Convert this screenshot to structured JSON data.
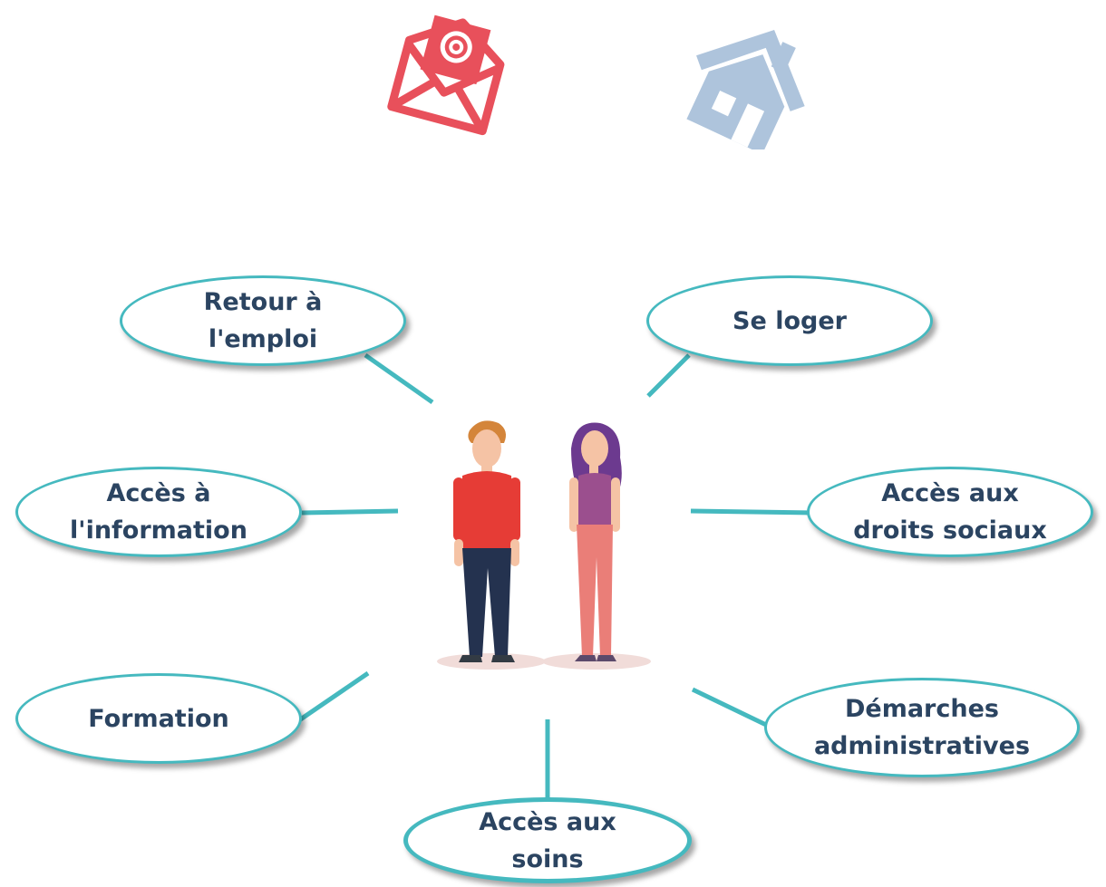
{
  "icons": [
    {
      "name": "email-envelope-icon",
      "color": "#e8505b"
    },
    {
      "name": "house-icon",
      "color": "#aec4dc"
    }
  ],
  "bubbles": [
    {
      "id": "retour-emploi",
      "text": "Retour à\nl'emploi"
    },
    {
      "id": "se-loger",
      "text": "Se loger"
    },
    {
      "id": "acces-information",
      "text": "Accès à\nl'information"
    },
    {
      "id": "acces-droits-sociaux",
      "text": "Accès aux\ndroits sociaux"
    },
    {
      "id": "formation",
      "text": "Formation"
    },
    {
      "id": "demarches-administratives",
      "text": "Démarches\nadministratives"
    },
    {
      "id": "acces-soins",
      "text": "Accès aux\nsoins"
    }
  ],
  "colors": {
    "connector": "#45b9bf",
    "bubble_border": "#45b9bf",
    "label_text": "#2b4461"
  }
}
